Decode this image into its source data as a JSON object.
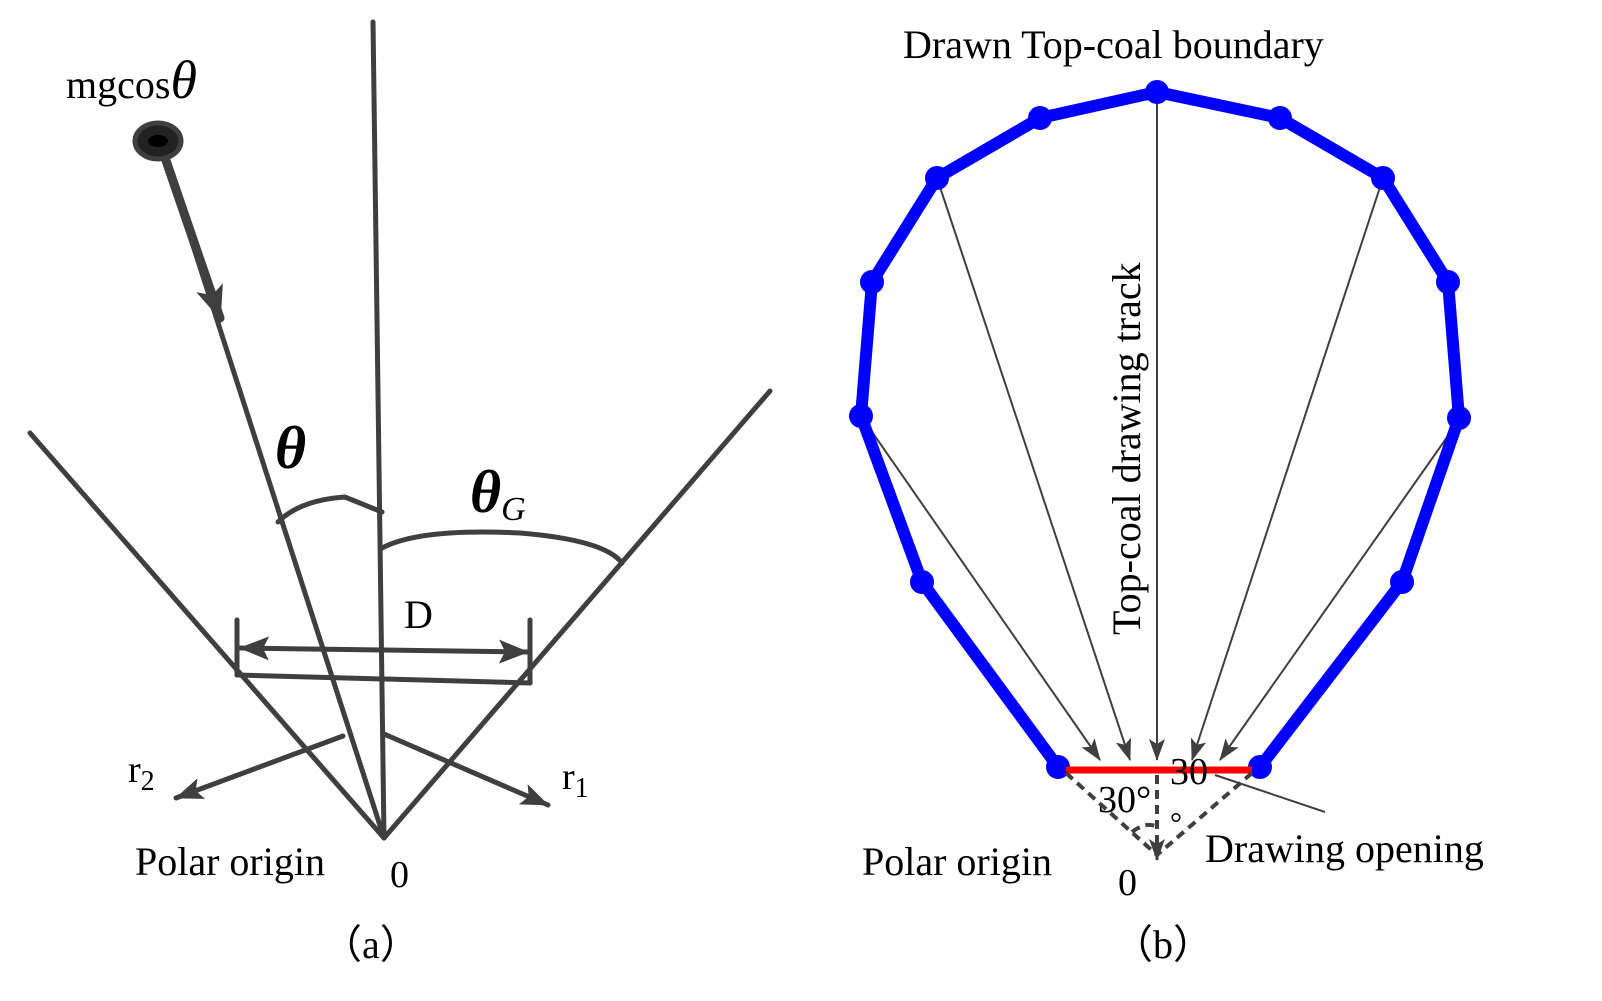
{
  "panel_a": {
    "force_label_prefix": "mgcos",
    "force_label_symbol": "θ",
    "angle_theta": "θ",
    "angle_theta_g": "θ",
    "angle_theta_g_sub": "G",
    "width_label": "D",
    "r2_base": "r",
    "r2_sub": "2",
    "r1_base": "r",
    "r1_sub": "1",
    "origin_label": "Polar origin",
    "origin_zero": "0",
    "caption": "（a）"
  },
  "panel_b": {
    "title": "Drawn Top-coal boundary",
    "track_label": "Top-coal drawing track",
    "angle_left": "30°",
    "angle_right": "30",
    "angle_right_deg": "°",
    "origin_label": "Polar origin",
    "origin_zero": "0",
    "opening_label": "Drawing opening",
    "caption": "（b）",
    "colors": {
      "boundary": "#0000ff",
      "opening": "#ff0000",
      "lines": "#3f3f3f"
    }
  }
}
